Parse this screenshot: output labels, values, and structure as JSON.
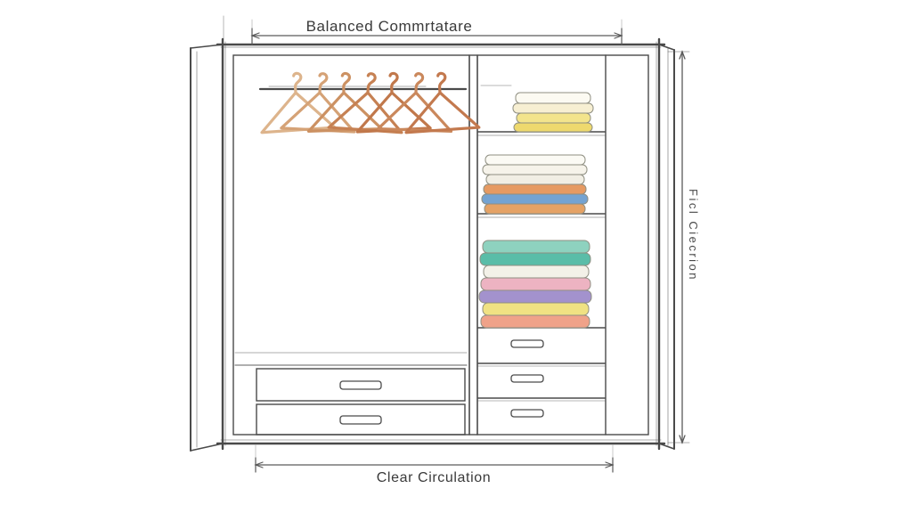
{
  "labels": {
    "top": "Balanced Commrtatare",
    "bottom": "Clear Circulation",
    "right": "Ficl Ciecrion"
  },
  "palette": {
    "ink": "#4a4a4a",
    "ink_light": "#9a9a9a",
    "paper": "#ffffff",
    "stack_outline": "#8f8f82"
  },
  "hangers": {
    "count": 7,
    "colors": [
      "#ddb48c",
      "#d5a276",
      "#cc9162",
      "#c68153",
      "#c1784b",
      "#ca885c",
      "#c3794e"
    ]
  },
  "stacks": {
    "top": {
      "colors": [
        "#fcfaf2",
        "#f7efd2",
        "#f3e48c",
        "#eed96e"
      ]
    },
    "middle": {
      "colors": [
        "#fbfaf4",
        "#f6f3ea",
        "#f1eee4",
        "#e69a62",
        "#74a3d2",
        "#e5a265"
      ]
    },
    "bottom": {
      "colors": [
        "#8ed2bf",
        "#5abda8",
        "#f3f1e8",
        "#edb3c2",
        "#a392cd",
        "#f0e283",
        "#efa289"
      ]
    }
  },
  "drawers": {
    "left_count": 2,
    "right_count": 3
  }
}
